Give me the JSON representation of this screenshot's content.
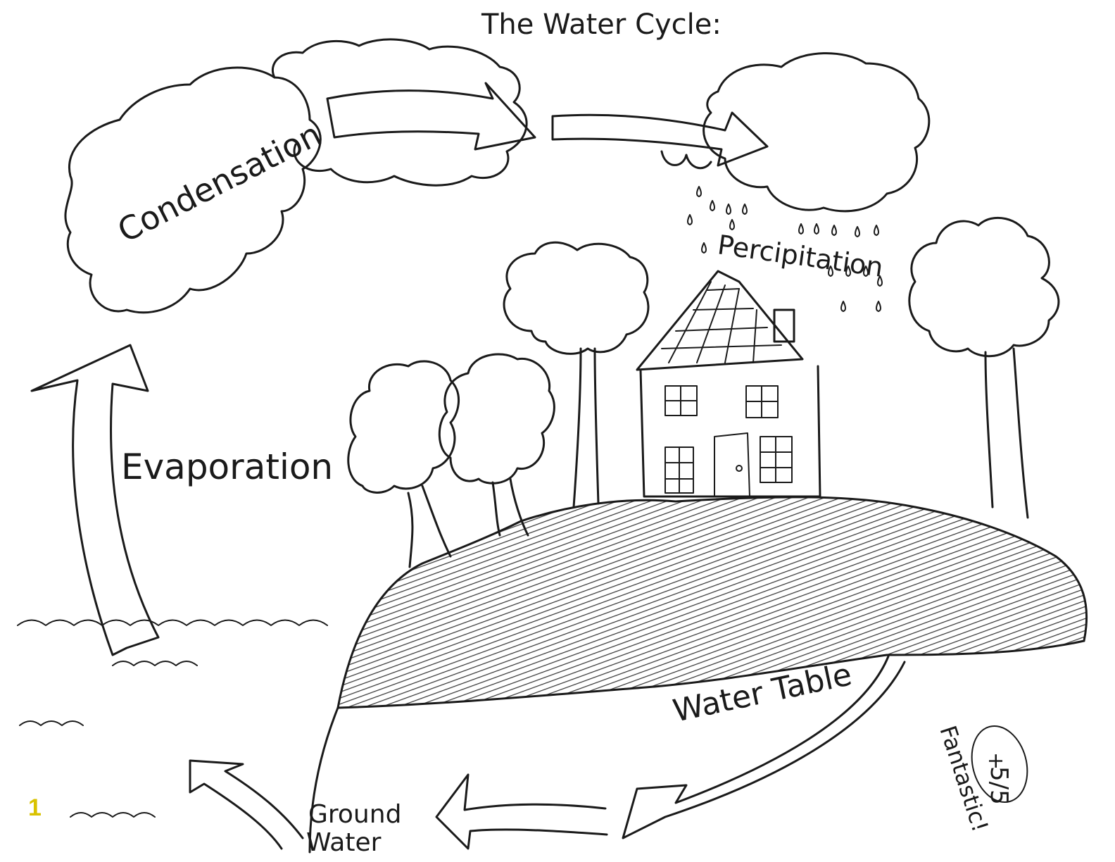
{
  "diagram": {
    "title": "The Water Cycle:",
    "labels": {
      "condensation": "Condensation",
      "evaporation": "Evaporation",
      "precipitation": "Percipitation",
      "water_table": "Water Table",
      "ground_water_line1": "Ground",
      "ground_water_line2": "Water"
    },
    "grade": {
      "score": "5/5",
      "bonus": "+",
      "comment": "Fantastic!"
    }
  },
  "page_number": "1"
}
